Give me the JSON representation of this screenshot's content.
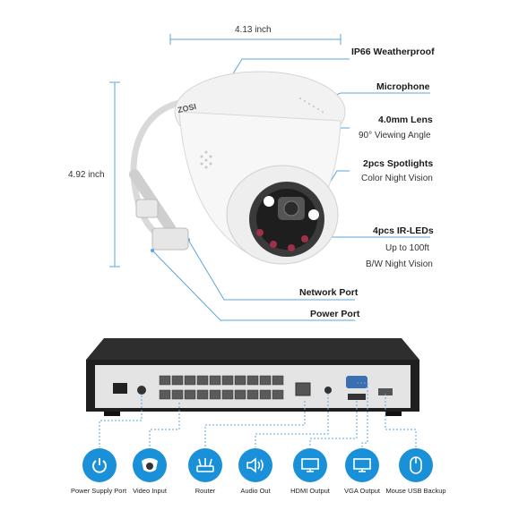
{
  "dimensions": {
    "width": "4.13 inch",
    "height": "4.92 inch"
  },
  "camera": {
    "brand": "ZOSI",
    "features": [
      {
        "title": "IP66 Weatherproof",
        "lines": []
      },
      {
        "title": "Microphone",
        "lines": []
      },
      {
        "title": "4.0mm Lens",
        "lines": [
          "90° Viewing Angle"
        ]
      },
      {
        "title": "2pcs Spotlights",
        "lines": [
          "Color Night Vision"
        ]
      },
      {
        "title": "4pcs IR-LEDs",
        "lines": [
          "Up to 100ft",
          "B/W Night Vision"
        ]
      }
    ],
    "ports": [
      {
        "title": "Network Port"
      },
      {
        "title": "Power Port"
      }
    ]
  },
  "nvr_ports": [
    {
      "label": "Power Supply Port",
      "icon": "power-icon"
    },
    {
      "label": "Video Input",
      "icon": "camera-icon"
    },
    {
      "label": "Router",
      "icon": "router-icon"
    },
    {
      "label": "Audio Out",
      "icon": "speaker-icon"
    },
    {
      "label": "HDMI Output",
      "icon": "monitor-icon"
    },
    {
      "label": "VGA Output",
      "icon": "monitor-icon"
    },
    {
      "label": "Mouse USB Backup",
      "icon": "mouse-icon"
    }
  ],
  "colors": {
    "accent": "#1990d8",
    "line": "#5aa6dc",
    "nvr_body": "#2a2a2a"
  }
}
